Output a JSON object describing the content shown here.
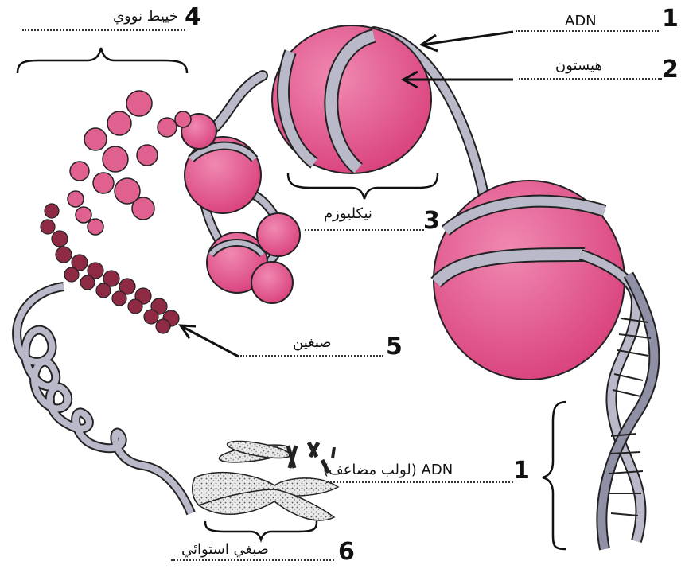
{
  "labels": {
    "l1_top": {
      "num": "1",
      "text": "ADN"
    },
    "l2": {
      "num": "2",
      "text": "هيستون"
    },
    "l3": {
      "num": "3",
      "text": "نيكليوزم"
    },
    "l4": {
      "num": "4",
      "text": "خييط نووي"
    },
    "l5": {
      "num": "5",
      "text": "صبغين"
    },
    "l1_bottom": {
      "num": "1",
      "text": "ADN (لولب مضاعف)"
    },
    "l6": {
      "num": "6",
      "text": "صبغي استوائي"
    }
  },
  "colors": {
    "histone": "#e6679a",
    "histone_dark": "#b8336b",
    "dna_strand": "#b9b9c9",
    "dna_edge": "#222222",
    "chromatin": "#8f2a45"
  }
}
